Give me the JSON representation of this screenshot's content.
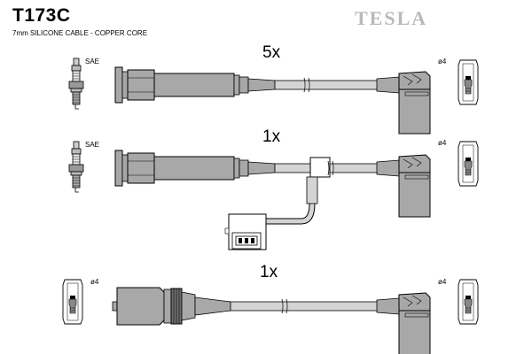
{
  "header": {
    "part_code": "T173C",
    "subtitle": "7mm SILICONE CABLE - COPPER CORE",
    "brand": "TESLA"
  },
  "colors": {
    "boot_fill": "#a8a8a8",
    "boot_dark": "#8a8a8a",
    "cable_fill": "#d4d4d4",
    "outline": "#000000",
    "brand_gray": "#b9b9b9"
  },
  "rows": [
    {
      "quantity": "5x",
      "left_label": "SAE",
      "right_label": "ø4"
    },
    {
      "quantity": "1x",
      "left_label": "SAE",
      "right_label": "ø4"
    },
    {
      "quantity": "1x",
      "left_label": "ø4",
      "right_label": "ø4"
    }
  ]
}
